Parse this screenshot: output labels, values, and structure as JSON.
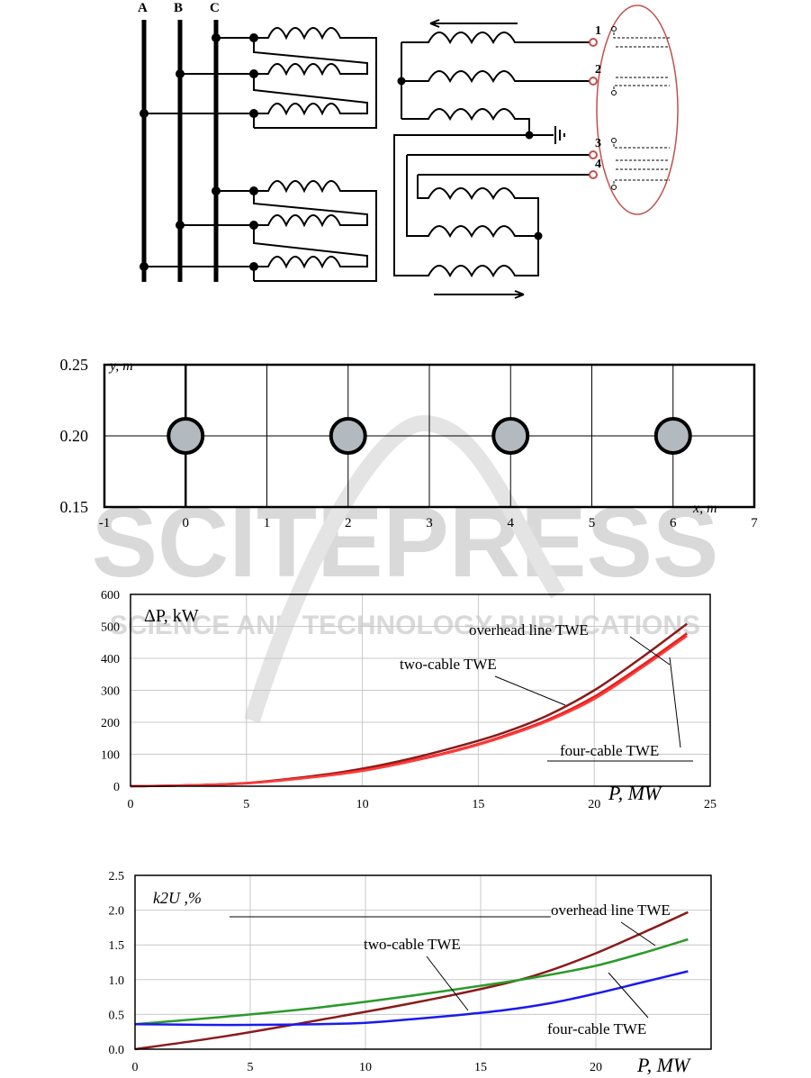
{
  "colors": {
    "ink": "#000000",
    "conductor_fill": "#b2b9bf",
    "ellipse": "#c0504d",
    "overhead": "#8b1a1a",
    "two_cable": "#e0201c",
    "green": "#2a9a2a",
    "blue": "#1a1aee",
    "grid": "#c8c8c8"
  },
  "diagram": {
    "phase_labels": [
      "A",
      "B",
      "C"
    ],
    "terminal_labels": [
      "1",
      "2",
      "3",
      "4"
    ]
  },
  "watermark": {
    "big": "SCITEPRESS",
    "small": "SCIENCE AND TECHNOLOGY PUBLICATIONS"
  },
  "chart_data": [
    {
      "type": "scatter",
      "xlabel": "x, m",
      "ylabel": "y, m",
      "xlim": [
        -1,
        7
      ],
      "ylim": [
        0.15,
        0.25
      ],
      "xticks": [
        "-1",
        "0",
        "1",
        "2",
        "3",
        "4",
        "5",
        "6",
        "7"
      ],
      "yticks": [
        "0.25",
        "0.20",
        "0.15"
      ],
      "points": [
        {
          "x": 0,
          "y": 0.2
        },
        {
          "x": 2,
          "y": 0.2
        },
        {
          "x": 4,
          "y": 0.2
        },
        {
          "x": 6,
          "y": 0.2
        }
      ],
      "grid": true
    },
    {
      "type": "line",
      "ylabel": "ΔP, kW",
      "xlabel": "P,  MW",
      "xlim": [
        0,
        25
      ],
      "ylim": [
        0,
        600
      ],
      "xticks": [
        "0",
        "5",
        "10",
        "15",
        "20",
        "25"
      ],
      "yticks": [
        "600",
        "500",
        "400",
        "300",
        "200",
        "100",
        "0"
      ],
      "grid": true,
      "series": [
        {
          "name": "overhead line TWE",
          "color": "#8b1a1a",
          "x": [
            0,
            2,
            5,
            8,
            10,
            12,
            14,
            16,
            18,
            20,
            22,
            24
          ],
          "y": [
            0,
            2,
            10,
            33,
            55,
            85,
            122,
            165,
            222,
            300,
            400,
            508
          ]
        },
        {
          "name": "two-cable TWE",
          "color": "#e0201c",
          "x": [
            0,
            2,
            5,
            8,
            10,
            12,
            14,
            16,
            18,
            20,
            22,
            24
          ],
          "y": [
            0,
            2,
            9,
            30,
            50,
            78,
            112,
            155,
            208,
            280,
            375,
            478
          ]
        },
        {
          "name": "four-cable TWE",
          "color": "#ff3a3a",
          "x": [
            0,
            2,
            5,
            8,
            10,
            12,
            14,
            16,
            18,
            20,
            22,
            24
          ],
          "y": [
            0,
            2,
            9,
            29,
            48,
            76,
            110,
            152,
            204,
            273,
            368,
            470
          ]
        }
      ]
    },
    {
      "type": "line",
      "ylabel": "k2U ,%",
      "xlabel": "P,  MW",
      "xlim": [
        0,
        25
      ],
      "ylim": [
        0,
        2.5
      ],
      "xticks": [
        "0",
        "5",
        "10",
        "15",
        "20"
      ],
      "yticks": [
        "2.5",
        "2.0",
        "1.5",
        "1.0",
        "0.5",
        "0.0"
      ],
      "grid": true,
      "series": [
        {
          "name": "overhead line TWE",
          "color": "#8b1a1a",
          "x": [
            0,
            4,
            8,
            12,
            16,
            18,
            20,
            22,
            24
          ],
          "y": [
            0,
            0.19,
            0.42,
            0.66,
            0.94,
            1.13,
            1.38,
            1.67,
            1.97
          ]
        },
        {
          "name": "two-cable TWE",
          "color": "#2a9a2a",
          "x": [
            0,
            4,
            8,
            12,
            16,
            18,
            20,
            22,
            24
          ],
          "y": [
            0.36,
            0.47,
            0.6,
            0.77,
            0.96,
            1.07,
            1.2,
            1.38,
            1.58
          ]
        },
        {
          "name": "four-cable TWE",
          "color": "#1a1aee",
          "x": [
            0,
            3,
            5,
            8,
            10,
            12,
            14,
            16,
            18,
            20,
            22,
            24
          ],
          "y": [
            0.36,
            0.35,
            0.35,
            0.36,
            0.38,
            0.43,
            0.49,
            0.56,
            0.66,
            0.8,
            0.96,
            1.12
          ]
        }
      ]
    }
  ]
}
